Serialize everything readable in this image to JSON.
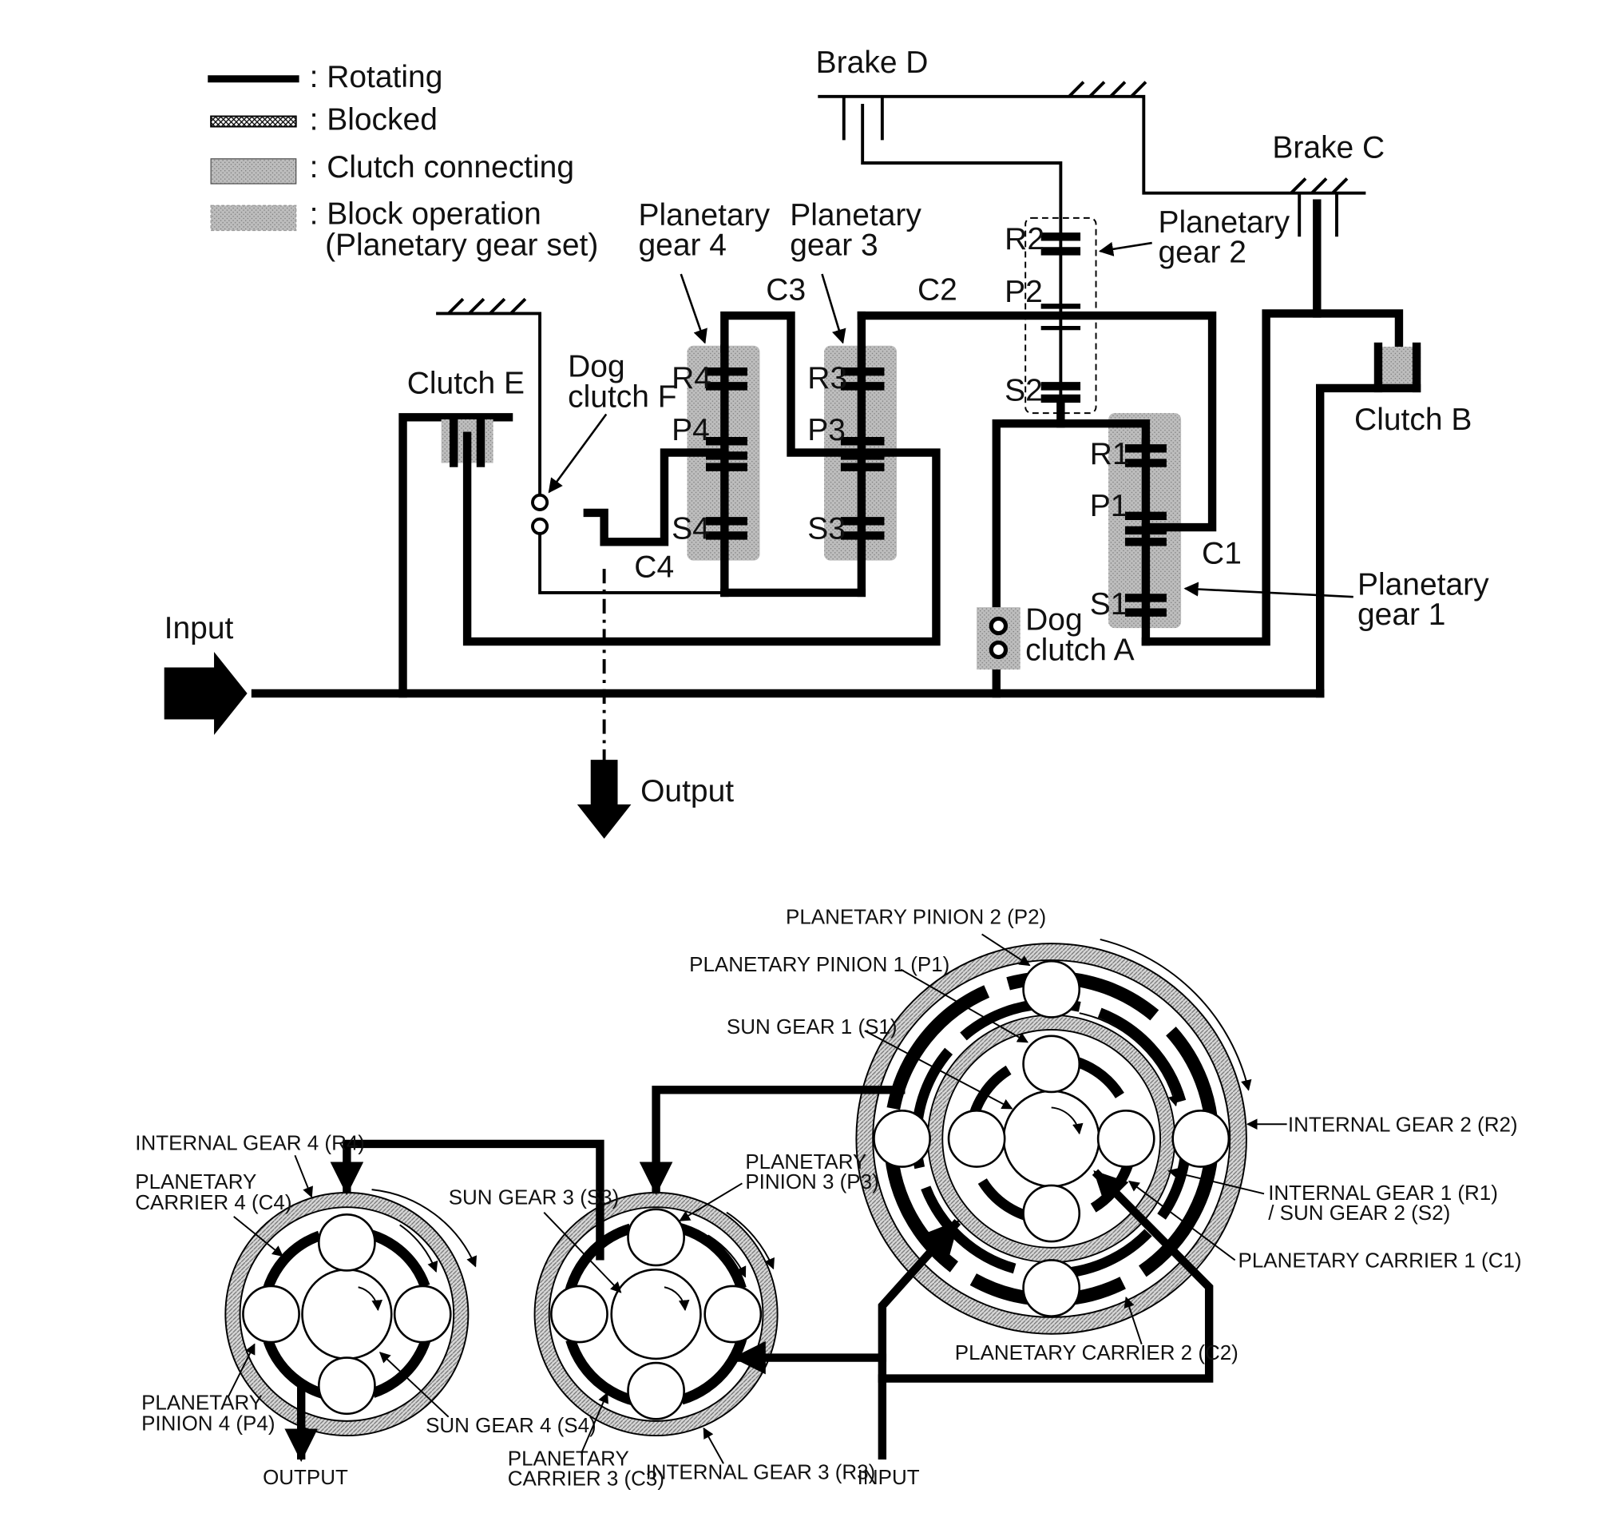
{
  "legend": {
    "rotating": ": Rotating",
    "blocked": ": Blocked",
    "clutch_connecting": ": Clutch connecting",
    "block_operation_1": ": Block operation",
    "block_operation_2": "(Planetary gear set)"
  },
  "schematic": {
    "brake_d": "Brake D",
    "brake_c": "Brake C",
    "clutch_b": "Clutch B",
    "clutch_e": "Clutch E",
    "dog_clutch_f_1": "Dog",
    "dog_clutch_f_2": "clutch F",
    "dog_clutch_a_1": "Dog",
    "dog_clutch_a_2": "clutch A",
    "planetary_gear_1_1": "Planetary",
    "planetary_gear_1_2": "gear 1",
    "planetary_gear_2_1": "Planetary",
    "planetary_gear_2_2": "gear 2",
    "planetary_gear_3_1": "Planetary",
    "planetary_gear_3_2": "gear 3",
    "planetary_gear_4_1": "Planetary",
    "planetary_gear_4_2": "gear 4",
    "r1": "R1",
    "p1": "P1",
    "s1": "S1",
    "c1": "C1",
    "r2": "R2",
    "p2": "P2",
    "s2": "S2",
    "c2": "C2",
    "r3": "R3",
    "p3": "P3",
    "s3": "S3",
    "c3": "C3",
    "r4": "R4",
    "p4": "P4",
    "s4": "S4",
    "c4": "C4",
    "input": "Input",
    "output": "Output"
  },
  "wheel_view": {
    "p2": "PLANETARY PINION 2 (P2)",
    "p1": "PLANETARY PINION 1 (P1)",
    "s1": "SUN GEAR 1 (S1)",
    "r2": "INTERNAL GEAR 2 (R2)",
    "r1s2_1": "INTERNAL GEAR 1 (R1)",
    "r1s2_2": "/ SUN GEAR 2 (S2)",
    "c1": "PLANETARY CARRIER 1 (C1)",
    "c2": "PLANETARY CARRIER 2 (C2)",
    "r4": "INTERNAL GEAR 4 (R4)",
    "c4_1": "PLANETARY",
    "c4_2": "CARRIER 4 (C4)",
    "s3": "SUN GEAR 3 (S3)",
    "p3_1": "PLANETARY",
    "p3_2": "PINION 3 (P3)",
    "p4_1": "PLANETARY",
    "p4_2": "PINION 4 (P4)",
    "s4": "SUN GEAR 4 (S4)",
    "c3_1": "PLANETARY",
    "c3_2": "CARRIER 3 (C3)",
    "r3": "INTERNAL GEAR 3 (R3)",
    "output": "OUTPUT",
    "input": "INPUT"
  }
}
